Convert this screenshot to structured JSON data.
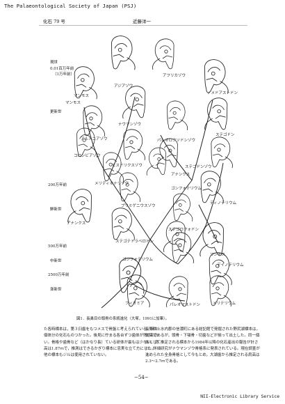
{
  "header": {
    "society": "The Palaeontological Society of Japan (PSJ)",
    "left": "化石 79 号",
    "right": "近藤洋一"
  },
  "figure": {
    "axis_labels": [
      "現世",
      "0.01百万年前",
      "（1万年前）",
      "更新世",
      "200万年前",
      "鮮新世",
      "500万年前",
      "中新世",
      "2500万年前",
      "漸新世"
    ],
    "taxa": [
      "マンモス",
      "アジアゾウ",
      "アフリカゾウ",
      "ノメドアストドン",
      "マンモス",
      "アルメニアゾウ",
      "ナウマンゾウ",
      "ステゴドン",
      "パレオロクソドンゾウ",
      "コロンビアゾウ",
      "ヒスドリクスゾウ",
      "ステゴドンゾウ",
      "アナンクス",
      "メリディオナリゾウ",
      "プリミゲニウスゾウ",
      "ゴンフォテリウム",
      "アナンクス",
      "ディノテリウム",
      "ステゴテトラベロドン",
      "ステゴロフォドン",
      "ゴンフォテリウム",
      "マンモス",
      "デイノテリウム",
      "フィオミア",
      "パレオマストドン",
      "メリテリウム"
    ],
    "caption": "図1．長鼻目の頭骨の系統進化（大塚，1991に加筆）。"
  },
  "body": {
    "left_paragraphs": [
      "た各時標本は，第３臼歯をもつメスで骨盤と考えられている。ほか個体分の化石ものつかった。後見に佇まる各台ずつ歯体が残されたい。骨格や歯骨など（はかなり長）ている研体が最もは少ない。肩高は1.87ｍで，推測はできるかぎり標本に忠実な立て方にした。他の標本もジルは使用されていない。"
    ],
    "right_paragraphs": [
      "長野県上水内郡の信濃町にある総記館で発掘された野尻湖標本は，体高であるが，頭骨・下顎骨・切歯などが揃って出土した。同一個体として推定される標本から1984年以降の化石産出の報告が計され，詳細研究がナウマンゾウ骨格系に発表されている。現在調査が進められた全身骨格として今もとめ，大湖歯から推定される肩高は2.3～2.7ｍである。"
    ]
  },
  "footer": {
    "page_number": "−54−",
    "library": "NII-Electronic Library Service"
  }
}
